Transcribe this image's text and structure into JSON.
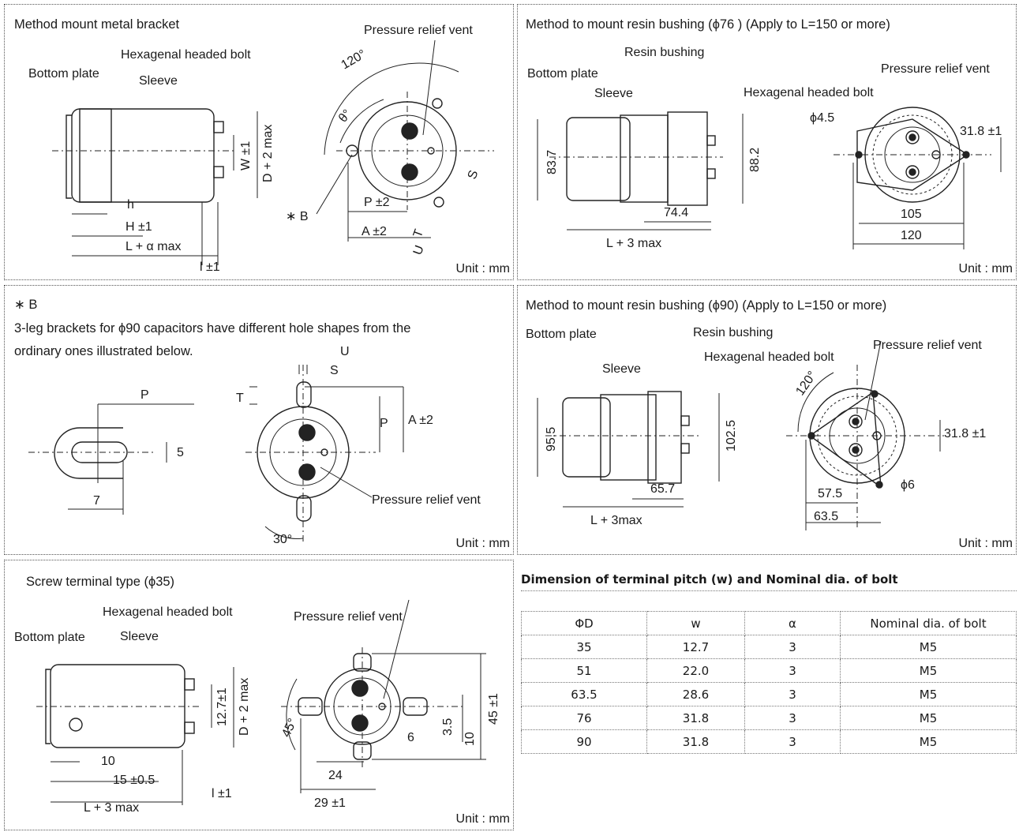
{
  "panel1": {
    "title": "Method mount metal bracket",
    "labels": {
      "pressure_relief_vent": "Pressure relief vent",
      "hex_bolt": "Hexagenal headed bolt",
      "bottom_plate": "Bottom plate",
      "sleeve": "Sleeve",
      "angle": "120°",
      "theta": "θ°",
      "w": "W ±1",
      "d": "D + 2 max",
      "s": "S",
      "h": "h",
      "H": "H ±1",
      "L": "L + α max",
      "l": "l ±1",
      "b": "∗ B",
      "p": "P ±2",
      "a": "A ±2",
      "t": "T",
      "u": "U"
    },
    "unit": "Unit : mm"
  },
  "panel2": {
    "title": "Method to mount resin bushing (ϕ76 ) (Apply to L=150 or more)",
    "labels": {
      "resin_bushing": "Resin bushing",
      "bottom_plate": "Bottom plate",
      "pressure_relief_vent": "Pressure relief vent",
      "sleeve": "Sleeve",
      "hex_bolt": "Hexagenal headed bolt",
      "hole": "ϕ4.5",
      "pitch": "31.8 ±1",
      "dia1": "83.7",
      "dia2": "88.2",
      "len": "74.4",
      "w105": "105",
      "w120": "120",
      "L": "L + 3 max"
    },
    "unit": "Unit : mm"
  },
  "panel3": {
    "line1": "∗ B",
    "line2": "3-leg brackets for ϕ90 capacitors have different hole shapes from the",
    "line3": "ordinary ones illustrated below.",
    "labels": {
      "u": "U",
      "s": "S",
      "p_left": "P",
      "t": "T",
      "p": "P",
      "a": "A ±2",
      "five": "5",
      "seven": "7",
      "pressure_relief_vent": "Pressure relief vent",
      "angle": "30°"
    },
    "unit": "Unit : mm"
  },
  "panel4": {
    "title": "Method to mount resin bushing (ϕ90) (Apply to L=150 or more)",
    "labels": {
      "bottom_plate": "Bottom plate",
      "resin_bushing": "Resin bushing",
      "pressure_relief_vent": "Pressure relief vent",
      "hex_bolt": "Hexagenal headed bolt",
      "sleeve": "Sleeve",
      "angle": "120°",
      "dia1": "95.5",
      "dia2": "102.5",
      "pitch": "31.8 ±1",
      "len": "65.7",
      "hole": "ϕ6",
      "w575": "57.5",
      "w635": "63.5",
      "L": "L + 3max"
    },
    "unit": "Unit : mm"
  },
  "panel5": {
    "title": "Screw terminal type (ϕ35)",
    "labels": {
      "hex_bolt": "Hexagenal headed bolt",
      "pressure_relief_vent": "Pressure relief vent",
      "bottom_plate": "Bottom plate",
      "sleeve": "Sleeve",
      "w": "12.7±1",
      "d": "D + 2 max",
      "angle": "45°",
      "h45": "45 ±1",
      "d35": "3.5",
      "d10": "10",
      "d6": "6",
      "ten": "10",
      "fifteen": "15 ±0.5",
      "l": "l ±1",
      "L": "L + 3 max",
      "w24": "24",
      "w29": "29 ±1"
    },
    "unit": "Unit : mm"
  },
  "table": {
    "title": "Dimension of terminal pitch (w) and Nominal dia. of bolt",
    "headers": [
      "ΦD",
      "w",
      "α",
      "Nominal dia. of bolt"
    ],
    "rows": [
      [
        "35",
        "12.7",
        "3",
        "M5"
      ],
      [
        "51",
        "22.0",
        "3",
        "M5"
      ],
      [
        "63.5",
        "28.6",
        "3",
        "M5"
      ],
      [
        "76",
        "31.8",
        "3",
        "M5"
      ],
      [
        "90",
        "31.8",
        "3",
        "M5"
      ]
    ]
  }
}
